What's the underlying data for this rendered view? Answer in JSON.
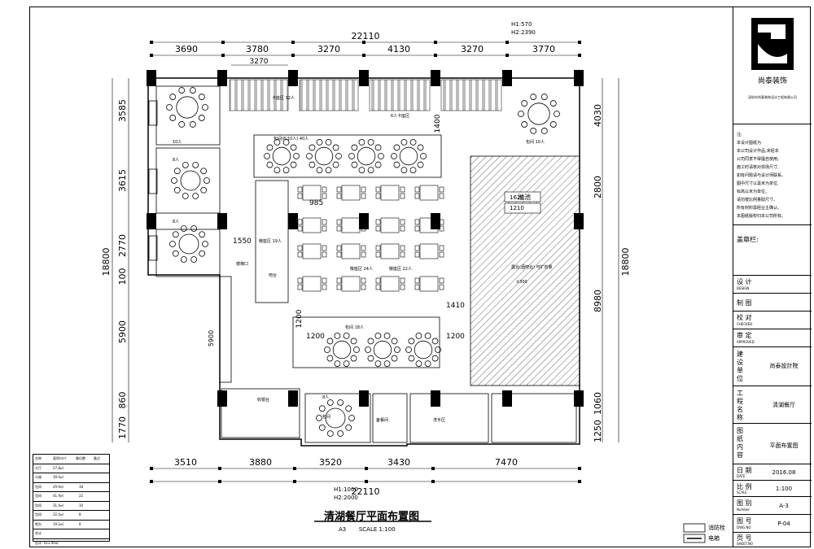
{
  "drawing": {
    "title": "清湖餐厅平面布置图",
    "paper": "A3",
    "scale": "SCALE 1:100"
  },
  "dimensions": {
    "top_total": "22110",
    "top_segments": [
      "3690",
      "3780",
      "3270",
      "4130",
      "3270",
      "3770"
    ],
    "top_inner": "3270",
    "bottom_total": "22110",
    "bottom_segments": [
      "3510",
      "3880",
      "3520",
      "3430",
      "7470"
    ],
    "left_segments": [
      "3585",
      "3615",
      "2770",
      "100",
      "5900",
      "860",
      "1770"
    ],
    "left_total": "18800",
    "right_segments": [
      "4030",
      "2800",
      "8980",
      "1060",
      "1250"
    ],
    "right_total": "18800",
    "inner": [
      "1400",
      "985",
      "1550",
      "1410",
      "1200",
      "1200",
      "5900",
      "1200"
    ],
    "h_top": [
      "H1:570",
      "H2:2390"
    ],
    "h_bottom": [
      "H1:1000",
      "H2:2000"
    ],
    "pool_dims": [
      "1620",
      "1210"
    ]
  },
  "rooms": {
    "booth_top": "卡座区 32人",
    "six_seat": "6人卡座区",
    "round_top": "包间(8-10人) 40人",
    "hall_mid_left": "散座区 24人",
    "hall_mid_right": "散座区 22人",
    "hall_left_19": "散座区 19人",
    "round_bottom": "包间 18人",
    "vip_right": "包间 10人",
    "pool_label": "池池",
    "pool_area": "露台(酒吧台) 可扩容量",
    "pool_area_num": "±300",
    "room1_count": "10人",
    "room2_count": "8人",
    "room3_count": "8人",
    "cashier": "收银台",
    "stairs": "楼梯口",
    "bar": "吧台",
    "storage": "备餐间",
    "washroom": "洗手区",
    "kitchen_room": "包间",
    "kitchen_count": "8人"
  },
  "title_block": {
    "company": "尚泰装饰",
    "company_full": "深圳市尚泰装饰设计工程有限公司",
    "notes_heading": "注:",
    "notes": [
      "本设计图纸为",
      "本公司设计作品,未经本",
      "公司同意不得擅自使用。",
      "施工时请核对现场尺寸,",
      "如有问题请与设计师联系。",
      "图中尺寸以毫米为单位,",
      "标高以米为单位。",
      "请勿按比例量取尺寸。",
      "所有材料需经业主确认。",
      "本图纸版权归本公司所有。"
    ],
    "stamp_label": "盖章栏:",
    "design_label": "设 计",
    "design_en": "DESIGN",
    "draw_label": "制 图",
    "check_label": "校 对",
    "check_en": "CHECKED",
    "approve_label": "审 定",
    "approve_en": "APPROVED",
    "client_label": "建设单位",
    "client_value": "尚泰設計院",
    "project_label": "工程名称",
    "project_value": "清湖餐厅",
    "content_label": "图纸内容",
    "content_value": "平面布置图",
    "date_label": "日 期",
    "date_en": "DATE",
    "date_value": "2016.08",
    "scale_label": "比 例",
    "scale_en": "SCALE",
    "scale_value": "1:100",
    "paper_label": "图 别",
    "paper_en": "Number",
    "paper_value": "A-3",
    "sheet_label": "图 号",
    "sheet_en": "DWG.NO",
    "sheet_value": "P-04",
    "page_label": "页 号",
    "page_en": "SHEET.NO"
  },
  "legend": {
    "header": [
      "名称",
      "面积(m²)",
      "餐位数",
      "备注"
    ],
    "rows": [
      [
        "大厅",
        "27.8㎡",
        ""
      ],
      [
        "卡座",
        "39.4㎡",
        ""
      ],
      [
        "包间",
        "29.9㎡",
        "18"
      ],
      [
        "包间",
        "41.9㎡",
        "22"
      ],
      [
        "包间",
        "31.0㎡",
        "10"
      ],
      [
        "包间",
        "32.4㎡",
        "8"
      ],
      [
        "吧台",
        "19.2㎡",
        "8"
      ],
      [
        "合计",
        "",
        ""
      ]
    ],
    "total": "总计: 411.40㎡"
  },
  "key": {
    "item1": "消防栓",
    "item2": "电箱"
  }
}
